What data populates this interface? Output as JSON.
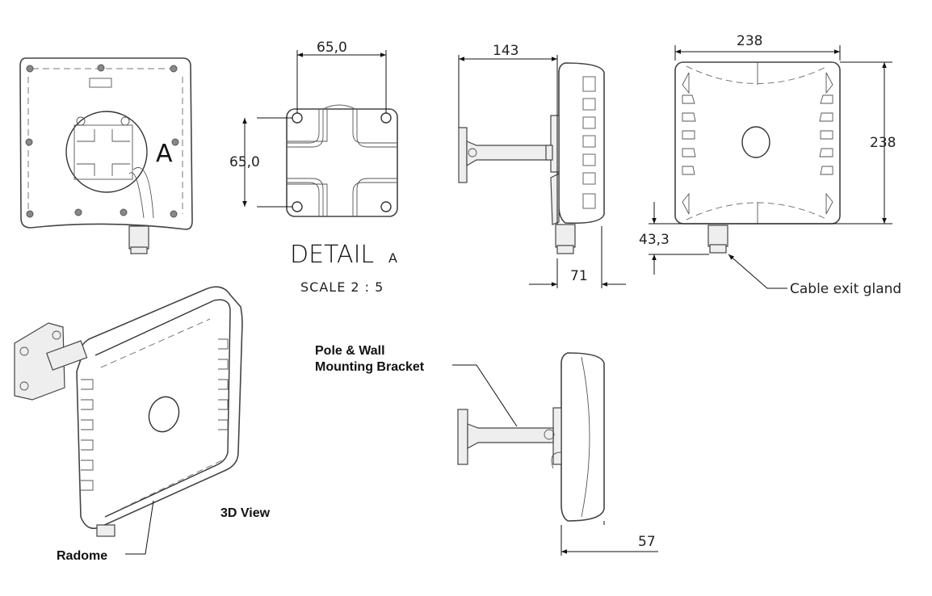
{
  "back_view": {
    "detail_marker": "A"
  },
  "detail_a": {
    "width_dim": "65,0",
    "height_dim": "65,0",
    "title": "DETAIL",
    "title_suffix": "A",
    "scale": "SCALE 2 : 5"
  },
  "side_view_top": {
    "bracket_depth_dim": "143",
    "body_depth_dim": "71"
  },
  "front_view": {
    "width_dim": "238",
    "height_dim": "238",
    "gland_dim": "43,3",
    "gland_label": "Cable exit gland"
  },
  "iso_view": {
    "title": "3D View",
    "radome_label": "Radome"
  },
  "side_view_bottom": {
    "bracket_label_line1": "Pole & Wall",
    "bracket_label_line2": "Mounting Bracket",
    "body_depth_dim": "57"
  }
}
